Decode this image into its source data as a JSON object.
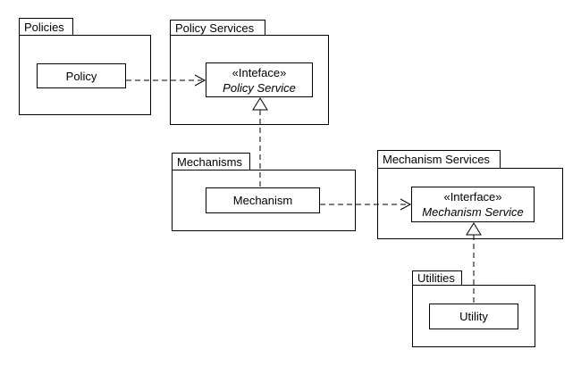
{
  "diagram_type": "uml-package-diagram",
  "colors": {
    "background": "#ffffff",
    "line": "#000000",
    "text": "#000000",
    "shape_fill": "#ffffff"
  },
  "packages": {
    "policies": {
      "label": "Policies"
    },
    "policy_services": {
      "label": "Policy Services"
    },
    "mechanisms": {
      "label": "Mechanisms"
    },
    "mechanism_services": {
      "label": "Mechanism Services"
    },
    "utilities": {
      "label": "Utilities"
    }
  },
  "classes": {
    "policy": {
      "label": "Policy"
    },
    "mechanism": {
      "label": "Mechanism"
    },
    "utility": {
      "label": "Utility"
    }
  },
  "interfaces": {
    "policy_service": {
      "stereotype": "«Inteface»",
      "name": "Policy Service"
    },
    "mechanism_service": {
      "stereotype": "«Interface»",
      "name": "Mechanism Service"
    }
  },
  "relationships": [
    {
      "type": "dependency",
      "style": "dashed-open-arrow",
      "from": "Policy",
      "to": "Policy Service"
    },
    {
      "type": "realization",
      "style": "dashed-hollow-triangle",
      "from": "Mechanism",
      "to": "Policy Service"
    },
    {
      "type": "dependency",
      "style": "dashed-open-arrow",
      "from": "Mechanism",
      "to": "Mechanism Service"
    },
    {
      "type": "realization",
      "style": "dashed-hollow-triangle",
      "from": "Utility",
      "to": "Mechanism Service"
    }
  ]
}
